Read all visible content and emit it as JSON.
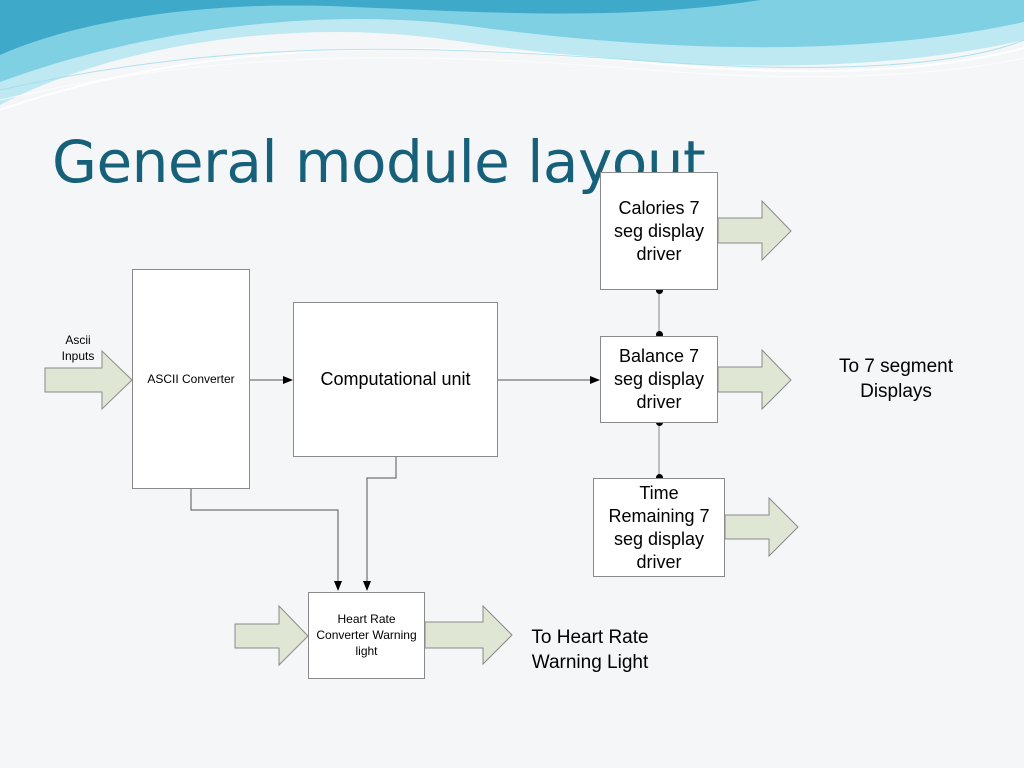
{
  "title": "General module layout",
  "blocks": {
    "ascii_converter": "ASCII Converter",
    "computational_unit": "Computational unit",
    "calories_driver": "Calories 7 seg display driver",
    "balance_driver": "Balance 7 seg display driver",
    "time_driver": "Time Remaining 7 seg display driver",
    "heart_rate": "Heart Rate Converter Warning light"
  },
  "labels": {
    "ascii_inputs": "Ascii Inputs",
    "to_7_segment": "To 7 segment Displays",
    "to_heart_rate": "To Heart Rate Warning Light"
  },
  "colors": {
    "title": "#17607a",
    "block_arrow_fill": "#dfe6d3",
    "block_border": "#8a8a8a",
    "wave_light": "#bfe9f2",
    "wave_mid": "#7fd0e3",
    "wave_dark": "#3fa9c9"
  }
}
